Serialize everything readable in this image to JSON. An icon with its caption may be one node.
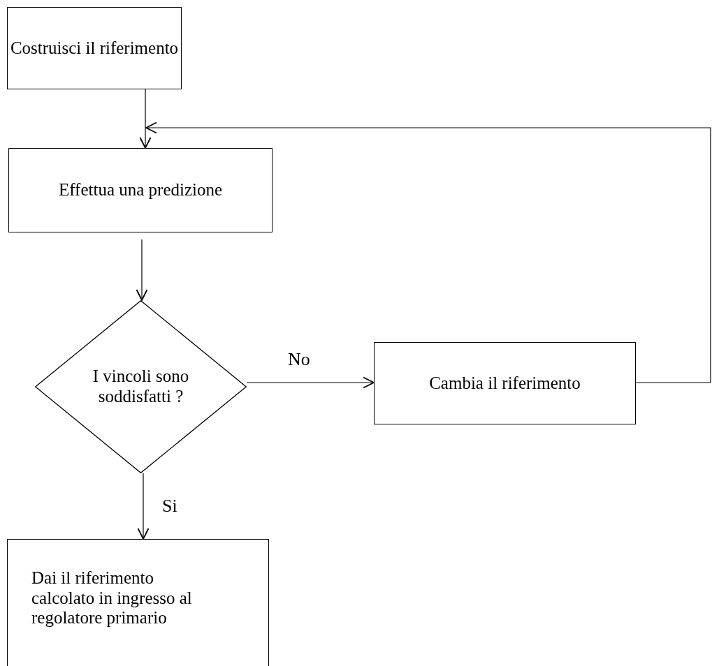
{
  "diagram": {
    "nodes": [
      {
        "text": [
          "Costruisci il riferimento"
        ]
      },
      {
        "text": [
          "Effettua una predizione"
        ]
      },
      {
        "text": [
          "I vincoli sono soddisfatti ?"
        ]
      },
      {
        "text": [
          "Cambia il riferimento"
        ]
      },
      {
        "text": [
          "Dai il riferimento calcolato in ingresso al regolatore primario"
        ]
      }
    ],
    "edges": [
      {
        "from": 0,
        "to": 1,
        "arrow": "to"
      },
      {
        "from": 1,
        "to": 2,
        "arrow": "to"
      },
      {
        "from": 2,
        "to": 3,
        "arrow": "to",
        "label": "No"
      },
      {
        "from": 2,
        "to": 4,
        "arrow": "to",
        "label": "Si"
      },
      {
        "from": 3,
        "to": 1,
        "arrow": "to"
      }
    ]
  }
}
